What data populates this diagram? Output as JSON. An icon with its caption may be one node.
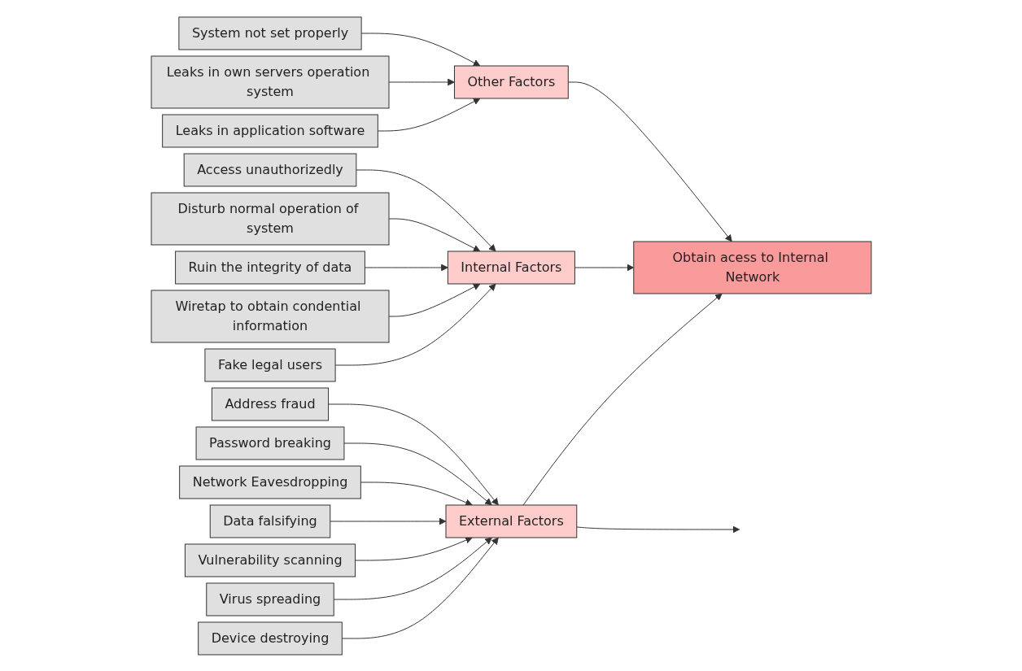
{
  "diagram": {
    "nodes": [
      {
        "text": [
          "Obtain acess to Internal Network"
        ]
      },
      {
        "text": [
          "External Factors"
        ]
      },
      {
        "text": [
          "Internal Factors"
        ]
      },
      {
        "text": [
          "Other Factors"
        ]
      },
      {
        "text": [
          "Device destroying"
        ]
      },
      {
        "text": [
          "Virus spreading"
        ]
      },
      {
        "text": [
          "Vulnerability scanning"
        ]
      },
      {
        "text": [
          "Data falsifying"
        ]
      },
      {
        "text": [
          "Network Eavesdropping"
        ]
      },
      {
        "text": [
          "Password breaking"
        ]
      },
      {
        "text": [
          "Address fraud"
        ]
      },
      {
        "text": [
          "Fake legal users"
        ]
      },
      {
        "text": [
          "Wiretap to obtain condential information"
        ]
      },
      {
        "text": [
          "Ruin the integrity of data"
        ]
      },
      {
        "text": [
          "Disturb normal operation of system"
        ]
      },
      {
        "text": [
          "Access unauthorizedly"
        ]
      },
      {
        "text": [
          "Leaks in application software"
        ]
      },
      {
        "text": [
          "Leaks in own servers operation system"
        ]
      },
      {
        "text": [
          "System not set properly"
        ]
      }
    ],
    "edges": [
      {
        "from": 1,
        "to": 0,
        "arrow": "to"
      },
      {
        "from": 2,
        "to": 0,
        "arrow": "to"
      },
      {
        "from": 3,
        "to": 0,
        "arrow": "to"
      },
      {
        "from": 4,
        "to": 1,
        "arrow": "to"
      },
      {
        "from": 5,
        "to": 1,
        "arrow": "to"
      },
      {
        "from": 6,
        "to": 1,
        "arrow": "to"
      },
      {
        "from": 7,
        "to": 1,
        "arrow": "to"
      },
      {
        "from": 8,
        "to": 1,
        "arrow": "to"
      },
      {
        "from": 9,
        "to": 1,
        "arrow": "to"
      },
      {
        "from": 10,
        "to": 1,
        "arrow": "to"
      },
      {
        "from": 1,
        "to": null,
        "arrow": "to"
      },
      {
        "from": 11,
        "to": 2,
        "arrow": "to"
      },
      {
        "from": 12,
        "to": 2,
        "arrow": "to"
      },
      {
        "from": 13,
        "to": 2,
        "arrow": "to"
      },
      {
        "from": 14,
        "to": 2,
        "arrow": "to"
      },
      {
        "from": 15,
        "to": 2,
        "arrow": "to"
      },
      {
        "from": 16,
        "to": 3,
        "arrow": "to"
      },
      {
        "from": 17,
        "to": 3,
        "arrow": "to"
      },
      {
        "from": 18,
        "to": 3,
        "arrow": "to"
      }
    ]
  }
}
